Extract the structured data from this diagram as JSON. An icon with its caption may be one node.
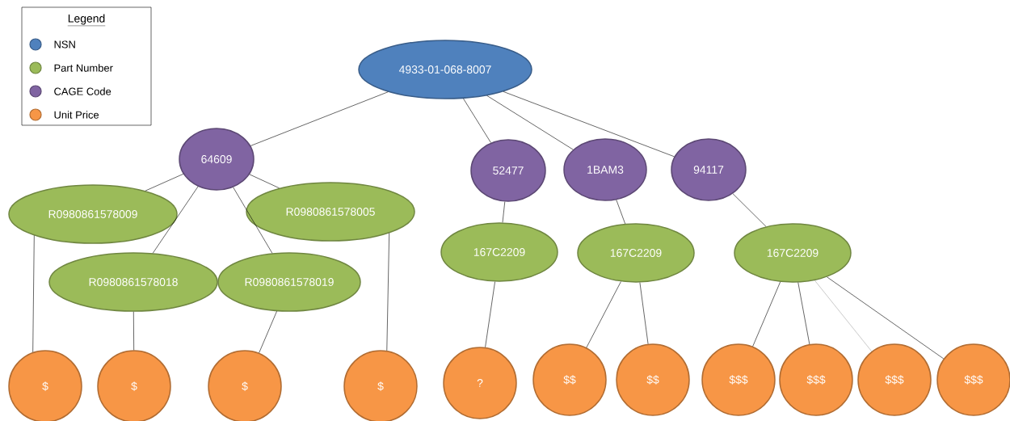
{
  "diagram": {
    "nodes": [
      {
        "text": [
          "4933-01-068-8007"
        ]
      },
      {
        "text": [
          "64609"
        ]
      },
      {
        "text": [
          "52477"
        ]
      },
      {
        "text": [
          "1BAM3"
        ]
      },
      {
        "text": [
          "94117"
        ]
      },
      {
        "text": [
          "R0980861578009"
        ]
      },
      {
        "text": [
          "R0980861578005"
        ]
      },
      {
        "text": [
          "R0980861578018"
        ]
      },
      {
        "text": [
          "R0980861578019"
        ]
      },
      {
        "text": [
          "167C2209"
        ]
      },
      {
        "text": [
          "167C2209"
        ]
      },
      {
        "text": [
          "167C2209"
        ]
      },
      {
        "text": [
          "$"
        ]
      },
      {
        "text": [
          "$"
        ]
      },
      {
        "text": [
          "$"
        ]
      },
      {
        "text": [
          "$"
        ]
      },
      {
        "text": [
          "?"
        ]
      },
      {
        "text": [
          "$$"
        ]
      },
      {
        "text": [
          "$$"
        ]
      },
      {
        "text": [
          "$$$"
        ]
      },
      {
        "text": [
          "$$$"
        ]
      },
      {
        "text": [
          "$$$"
        ]
      },
      {
        "text": [
          "$$$"
        ]
      }
    ],
    "edges": [
      {
        "from": 0,
        "to": 1,
        "arrow": "none"
      },
      {
        "from": 0,
        "to": 2,
        "arrow": "none"
      },
      {
        "from": 0,
        "to": 3,
        "arrow": "none"
      },
      {
        "from": 0,
        "to": 4,
        "arrow": "none"
      },
      {
        "from": 1,
        "to": 5,
        "arrow": "none"
      },
      {
        "from": 1,
        "to": 6,
        "arrow": "none"
      },
      {
        "from": 1,
        "to": 7,
        "arrow": "none"
      },
      {
        "from": 1,
        "to": 8,
        "arrow": "none"
      },
      {
        "from": 2,
        "to": 9,
        "arrow": "none"
      },
      {
        "from": 3,
        "to": 10,
        "arrow": "none"
      },
      {
        "from": 4,
        "to": 11,
        "arrow": "none"
      },
      {
        "from": 5,
        "to": 12,
        "arrow": "none"
      },
      {
        "from": 7,
        "to": 13,
        "arrow": "none"
      },
      {
        "from": 8,
        "to": 14,
        "arrow": "none"
      },
      {
        "from": 6,
        "to": 15,
        "arrow": "none"
      },
      {
        "from": 9,
        "to": 16,
        "arrow": "none"
      },
      {
        "from": 10,
        "to": 17,
        "arrow": "none"
      },
      {
        "from": 10,
        "to": 18,
        "arrow": "none"
      },
      {
        "from": 11,
        "to": 19,
        "arrow": "none"
      },
      {
        "from": 11,
        "to": 20,
        "arrow": "none"
      },
      {
        "from": 11,
        "to": 21,
        "arrow": "none",
        "color": "#a6a6a6"
      },
      {
        "from": 11,
        "to": 22,
        "arrow": "none"
      }
    ],
    "labels": [
      "Legend"
    ],
    "legend": [
      {
        "text": "NSN",
        "color": "#4f81bd"
      },
      {
        "text": "Part Number",
        "color": "#9bbb59"
      },
      {
        "text": "CAGE Code",
        "color": "#8064a2"
      },
      {
        "text": "Unit Price",
        "color": "#f79646"
      }
    ]
  }
}
